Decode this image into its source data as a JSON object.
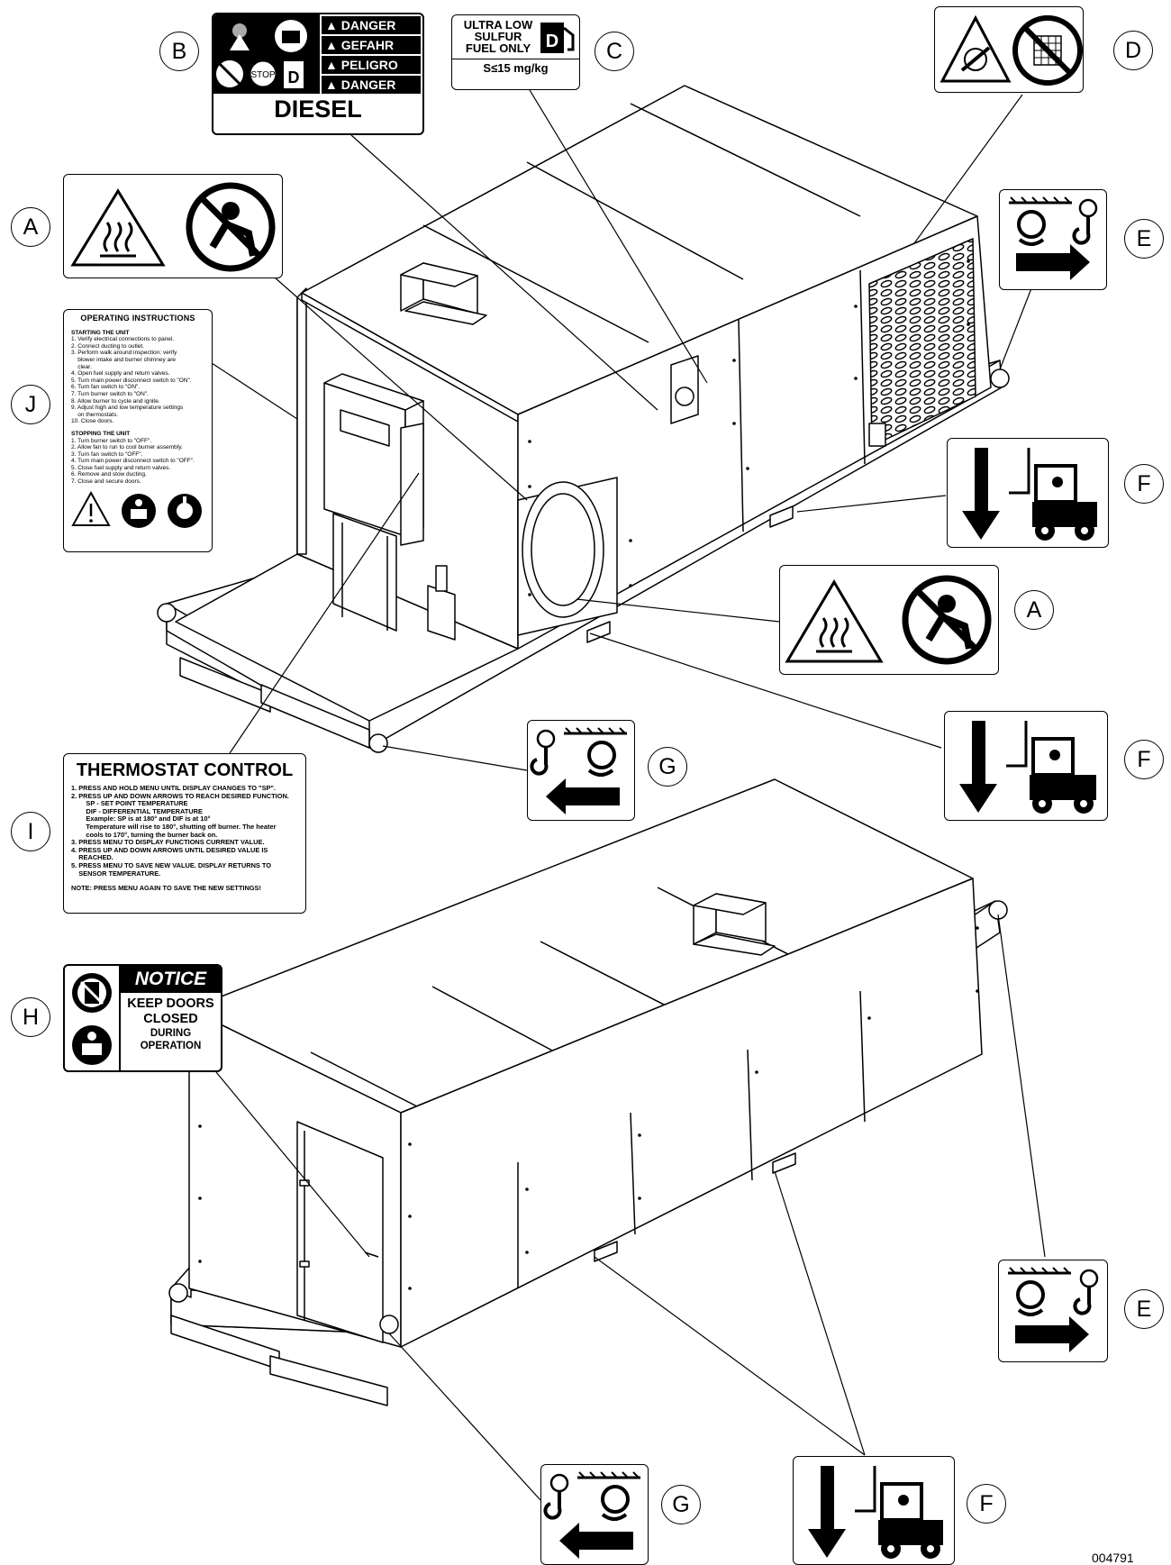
{
  "figure_code": "004791",
  "callouts": {
    "a": "A",
    "b": "B",
    "c": "C",
    "d": "D",
    "e": "E",
    "f": "F",
    "g": "G",
    "h": "H",
    "i": "I",
    "j": "J"
  },
  "decal_b": {
    "languages": [
      "▲ DANGER",
      "▲ GEFAHR",
      "▲ PELIGRO",
      "▲ DANGER"
    ],
    "stop_label": "STOP",
    "pump_letter": "D",
    "title": "DIESEL"
  },
  "decal_c": {
    "lines": [
      "ULTRA LOW",
      "SULFUR",
      "FUEL ONLY"
    ],
    "pump_letter": "D",
    "spec": "S≤15 mg/kg"
  },
  "decal_j": {
    "title": "OPERATING INSTRUCTIONS",
    "start_heading": "STARTING THE UNIT",
    "start_steps": [
      "1. Verify electrical connections to panel.",
      "2. Connect ducting to outlet.",
      "3. Perform walk around inspection; verify",
      "    blower intake and burner chimney are",
      "    clear.",
      "4. Open fuel supply and return valves.",
      "5. Turn main power disconnect switch to \"ON\".",
      "6. Turn fan switch to \"ON\".",
      "7. Turn burner switch to \"ON\".",
      "8. Allow burner to cycle and ignite.",
      "9. Adjust high and low temperature settings",
      "    on thermostats.",
      "10. Close doors."
    ],
    "stop_heading": "STOPPING THE UNIT",
    "stop_steps": [
      "1. Turn burner switch to \"OFF\".",
      "2. Allow fan to run to cool burner assembly.",
      "3. Turn fan switch to \"OFF\".",
      "4. Turn main power disconnect switch to \"OFF\".",
      "5. Close fuel supply and return valves.",
      "6. Remove and stow ducting.",
      "7. Close and secure doors."
    ]
  },
  "decal_i": {
    "title": "THERMOSTAT CONTROL",
    "lines": [
      "1. PRESS AND HOLD MENU UNTIL DISPLAY CHANGES TO \"SP\".",
      "2. PRESS UP AND DOWN ARROWS TO REACH DESIRED FUNCTION.",
      "        SP - SET POINT TEMPERATURE",
      "        DIF - DIFFERENTIAL TEMPERATURE",
      "        Example: SP is at 180° and DIF is at 10°",
      "        Temperature will rise to 180°, shutting off burner. The heater",
      "        cools to 170°, turning the burner back on.",
      "3. PRESS MENU TO DISPLAY FUNCTIONS CURRENT VALUE.",
      "4. PRESS UP AND DOWN ARROWS UNTIL DESIRED VALUE IS",
      "    REACHED.",
      "5. PRESS MENU TO SAVE NEW VALUE. DISPLAY RETURNS TO",
      "    SENSOR TEMPERATURE."
    ],
    "note": "NOTE: PRESS MENU AGAIN TO SAVE THE NEW SETTINGS!"
  },
  "decal_h": {
    "header": "NOTICE",
    "lines": [
      "KEEP DOORS",
      "CLOSED",
      "DURING",
      "OPERATION"
    ]
  },
  "icons": {
    "decal_a": [
      "hot-surface-warning-icon",
      "no-touching-prohibition-icon"
    ],
    "decal_d": [
      "rotating-fan-hazard-icon",
      "no-access-guard-prohibition-icon"
    ],
    "decal_e": [
      "lift-point-hook-icon",
      "arrow-right-icon"
    ],
    "decal_f": [
      "down-arrow-icon",
      "forklift-icon"
    ],
    "decal_g": [
      "lift-point-hook-icon",
      "arrow-left-icon"
    ],
    "decal_h": [
      "no-door-open-icon",
      "read-manual-icon"
    ],
    "decal_j": [
      "warning-triangle-icon",
      "read-manual-icon",
      "ear-protection-icon"
    ]
  }
}
